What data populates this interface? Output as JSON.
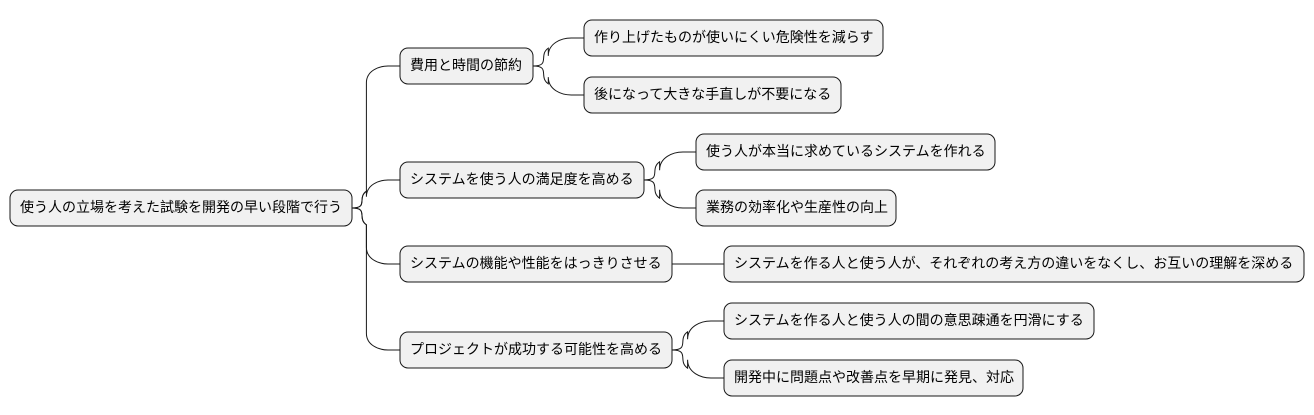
{
  "colors": {
    "node_fill": "#f1f1f1",
    "node_border": "#181818",
    "edge": "#181818",
    "text": "#000000"
  },
  "mindmap": {
    "root": {
      "label": "使う人の立場を考えた試験を開発の早い段階で行う",
      "children": [
        {
          "label": "費用と時間の節約",
          "children": [
            {
              "label": "作り上げたものが使いにくい危険性を減らす"
            },
            {
              "label": "後になって大きな手直しが不要になる"
            }
          ]
        },
        {
          "label": "システムを使う人の満足度を高める",
          "children": [
            {
              "label": "使う人が本当に求めているシステムを作れる"
            },
            {
              "label": "業務の効率化や生産性の向上"
            }
          ]
        },
        {
          "label": "システムの機能や性能をはっきりさせる",
          "children": [
            {
              "label": "システムを作る人と使う人が、それぞれの考え方の違いをなくし、お互いの理解を深める"
            }
          ]
        },
        {
          "label": "プロジェクトが成功する可能性を高める",
          "children": [
            {
              "label": "システムを作る人と使う人の間の意思疎通を円滑にする"
            },
            {
              "label": "開発中に問題点や改善点を早期に発見、対応"
            }
          ]
        }
      ]
    }
  }
}
